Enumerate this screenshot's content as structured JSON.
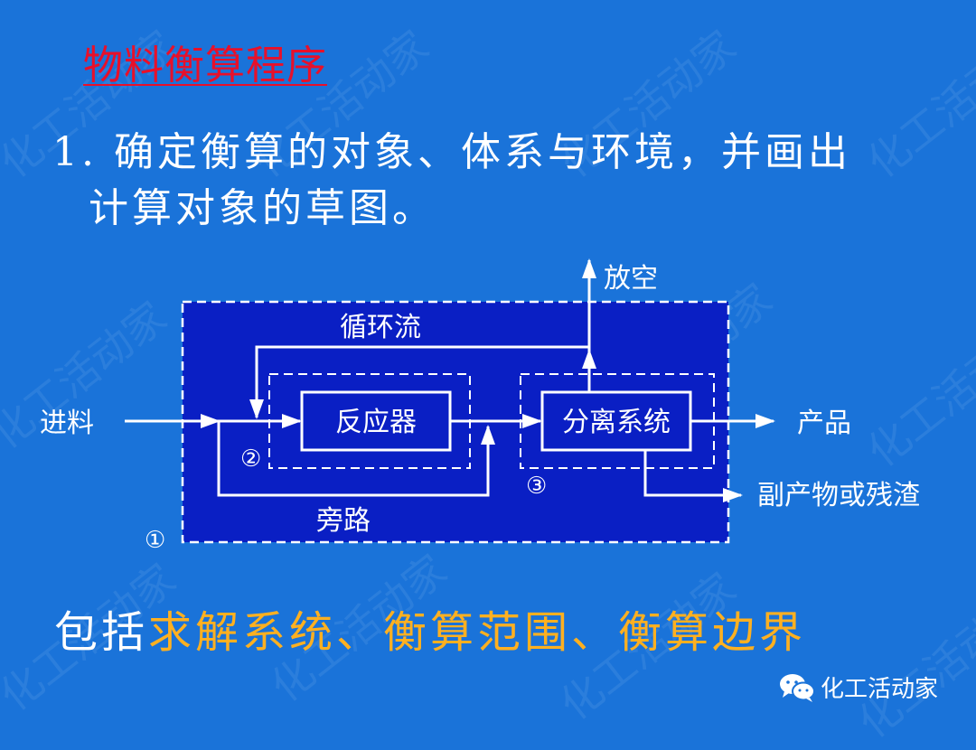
{
  "title": "物料衡算程序",
  "step": {
    "line1": "1. 确定衡算的对象、体系与环境，并画出",
    "line2": "计算对象的草图。"
  },
  "diagram": {
    "feed": "进料",
    "vent": "放空",
    "recycle": "循环流",
    "reactor": "反应器",
    "separator": "分离系统",
    "product": "产品",
    "byproduct": "副产物或残渣",
    "bypass": "旁路",
    "marker1": "①",
    "marker2": "②",
    "marker3": "③"
  },
  "summary": {
    "prefix": "包括",
    "highlight": "求解系统、衡算范围、衡算边界"
  },
  "footer": {
    "brand": "化工活动家"
  },
  "watermark": "化工活动家",
  "colors": {
    "background": "#1a73d9",
    "boundary_fill": "#0a1fc4",
    "title": "#e8102a",
    "highlight": "#ffb020"
  },
  "icons": [
    "wechat-icon"
  ]
}
